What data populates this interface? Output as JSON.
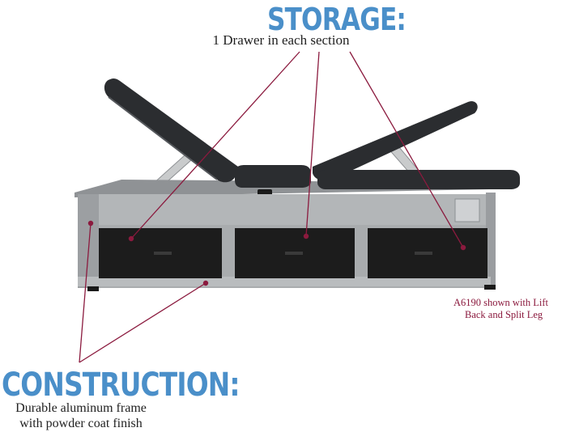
{
  "storage": {
    "title": "STORAGE:",
    "subtitle": "1 Drawer in each section"
  },
  "construction": {
    "title": "CONSTRUCTION:",
    "subtitle_line1": "Durable aluminum frame",
    "subtitle_line2": "with powder coat finish"
  },
  "caption": {
    "line1": "A6190 shown with Lift",
    "line2": "Back and Split Leg"
  },
  "colors": {
    "heading": "#4a8fc9",
    "callout": "#8b1a3e",
    "upholstery": "#2b2d30",
    "frame": "#a9acae",
    "drawer": "#1c1c1c"
  }
}
